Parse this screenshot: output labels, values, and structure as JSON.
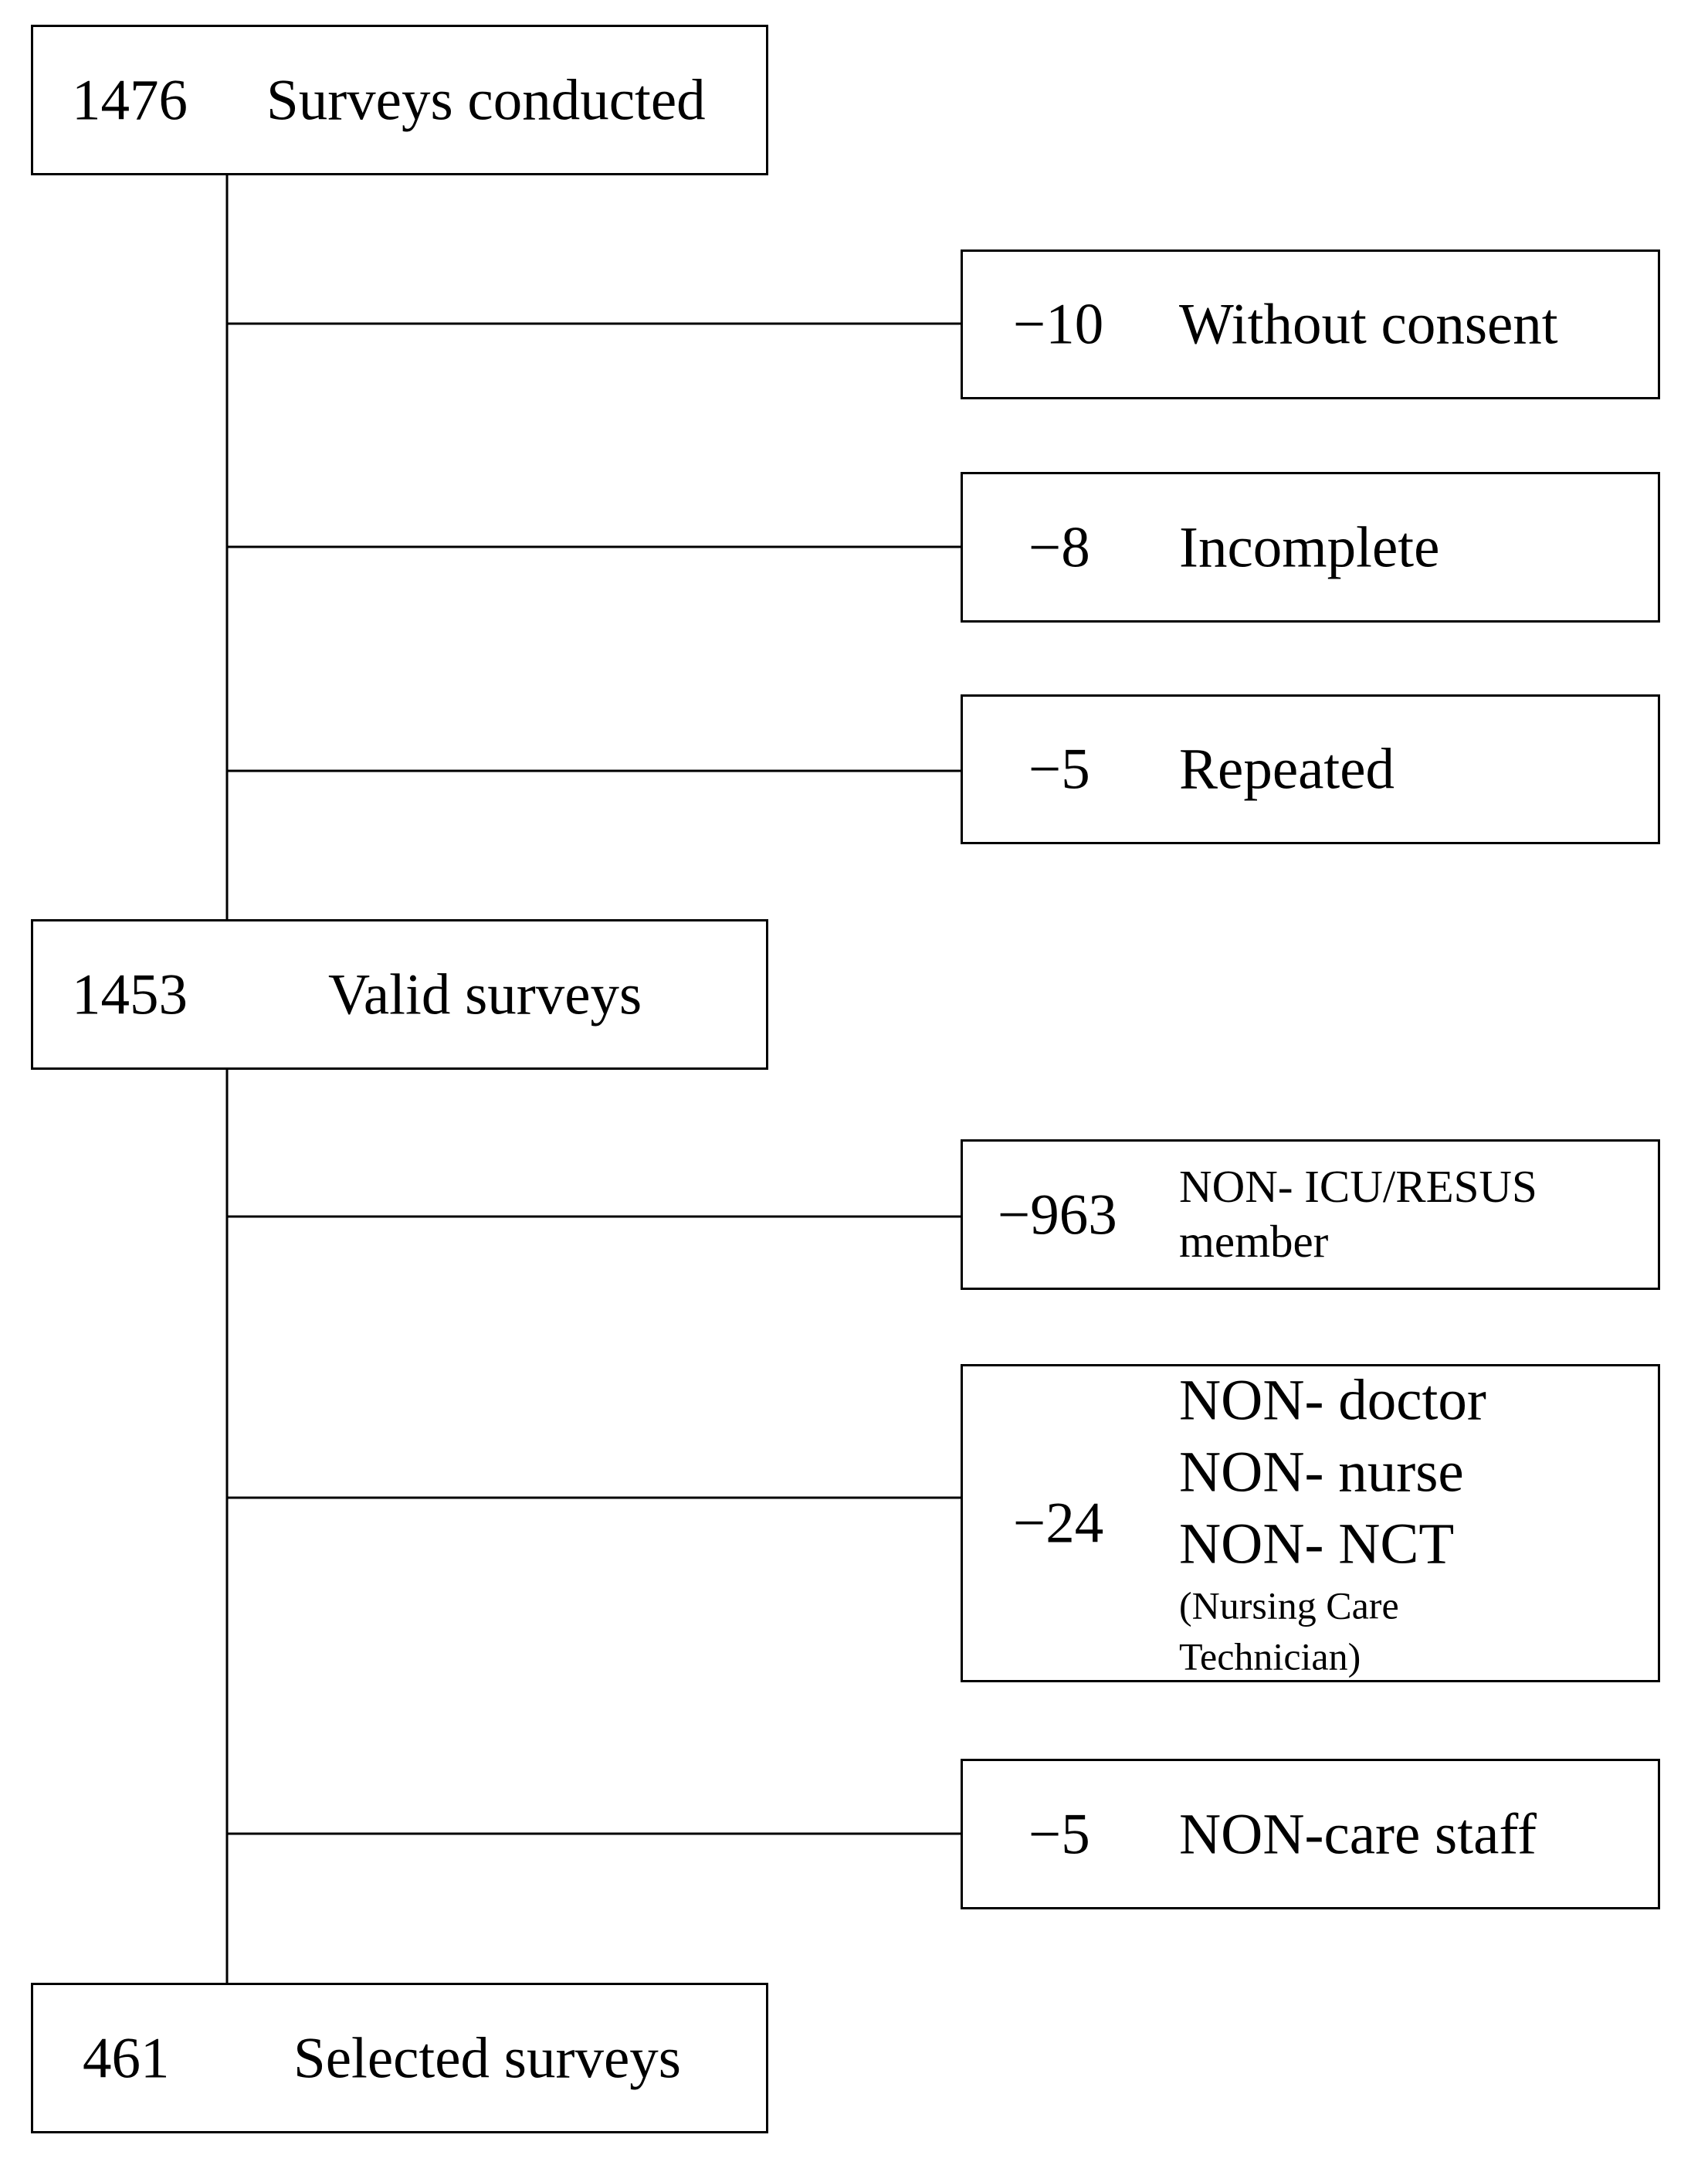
{
  "colors": {
    "line": "#000000",
    "box_border": "#000000",
    "background": "#ffffff"
  },
  "main_boxes": [
    {
      "id": "surveys-conducted",
      "count": "1476",
      "label": "Surveys conducted"
    },
    {
      "id": "valid-surveys",
      "count": "1453",
      "label": "Valid surveys"
    },
    {
      "id": "selected-surveys",
      "count": "461",
      "label": "Selected surveys"
    }
  ],
  "exclusion_boxes": [
    {
      "id": "without-consent",
      "count": "−10",
      "label": "Without consent"
    },
    {
      "id": "incomplete",
      "count": "−8",
      "label": "Incomplete"
    },
    {
      "id": "repeated",
      "count": "−5",
      "label": "Repeated"
    },
    {
      "id": "non-icu",
      "count": "−963",
      "label": "NON- ICU/RESUS member"
    },
    {
      "id": "non-clinical-role",
      "count": "−24",
      "label_lines": [
        "NON- doctor",
        "NON- nurse",
        "NON- NCT"
      ],
      "note": "(Nursing Care Technician)"
    },
    {
      "id": "non-care-staff",
      "count": "−5",
      "label": "NON-care staff"
    }
  ]
}
